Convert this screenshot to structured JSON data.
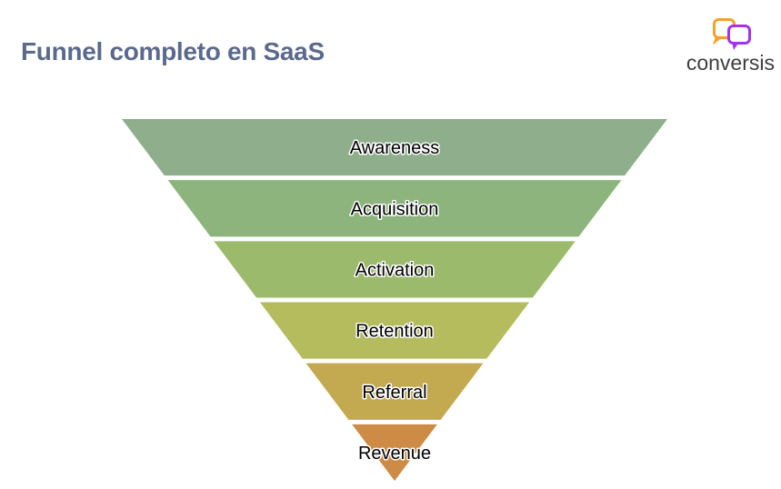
{
  "header": {
    "title": "Funnel completo en SaaS",
    "title_color": "#5B6A8C"
  },
  "logo": {
    "text": "conversis",
    "text_color": "#3D3D3D",
    "bubble_orange_color": "#F4A12B",
    "bubble_purple_color": "#A233EE"
  },
  "chart_data": {
    "type": "funnel",
    "title": "Funnel completo en SaaS",
    "orientation": "inverted-triangle",
    "label_color": "#000000",
    "background": "#FFFFFF",
    "stages": [
      {
        "label": "Awareness",
        "color": "#8FAE8C"
      },
      {
        "label": "Acquisition",
        "color": "#8DB47C"
      },
      {
        "label": "Activation",
        "color": "#9CBA6B"
      },
      {
        "label": "Retention",
        "color": "#B4BC5E"
      },
      {
        "label": "Referral",
        "color": "#C3A94F"
      },
      {
        "label": "Revenue",
        "color": "#CE8B45"
      }
    ]
  }
}
